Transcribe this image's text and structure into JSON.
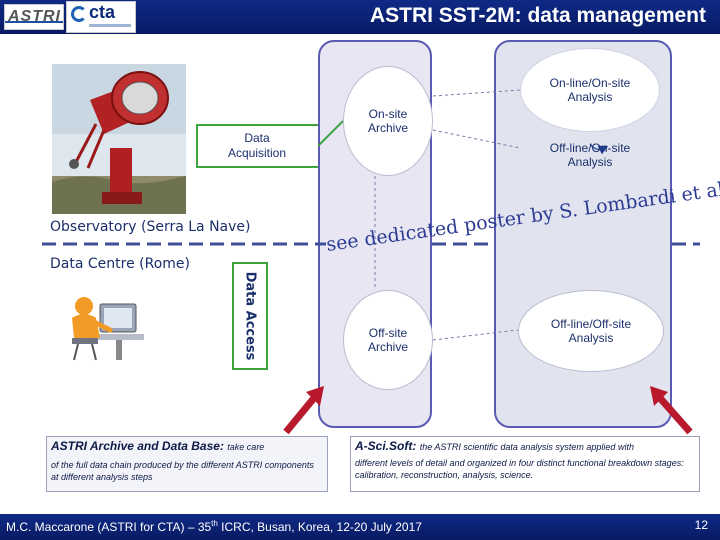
{
  "header": {
    "title": "ASTRI SST-2M: data management",
    "logo_astri": "ASTRI",
    "logo_cta": "cta"
  },
  "diagram": {
    "onsite_archive": [
      "On-site",
      "Archive"
    ],
    "online_analysis": [
      "On-line/On-site",
      "Analysis"
    ],
    "offline_onsite": [
      "Off-line/On-site",
      "Analysis"
    ],
    "offsite_archive": [
      "Off-site",
      "Archive"
    ],
    "offline_offsite": [
      "Off-line/Off-site",
      "Analysis"
    ],
    "data_acquisition": [
      "Data",
      "Acquisition"
    ],
    "data_access": "Data Access",
    "observatory": "Observatory (Serra La Nave)",
    "data_centre": "Data Centre (Rome)",
    "poster_note": "see dedicated poster by S. Lombardi et al."
  },
  "info_boxes": {
    "archive": {
      "head": "ASTRI Archive and Data Base:",
      "head_small": "take care",
      "body": "of the full data chain produced by the different ASTRI components at different analysis steps"
    },
    "scisoft": {
      "head": "A-Sci.Soft:",
      "head_small": "the ASTRI scientific data analysis system applied with",
      "body": "different levels of detail and organized in four distinct functional breakdown stages: calibration, reconstruction, analysis, science."
    }
  },
  "footer": {
    "text_before": "M.C. Maccarone (ASTRI for CTA) – 35",
    "text_sup": "th",
    "text_after": " ICRC, Busan, Korea, 12-20 July 2017",
    "page": "12"
  },
  "colors": {
    "header_bg": "#0f2a86",
    "panel_border": "#5a5ab4",
    "green_box": "#3da33d",
    "arrow_red": "#b8192d",
    "arrow_blue": "#1f3f9a"
  }
}
